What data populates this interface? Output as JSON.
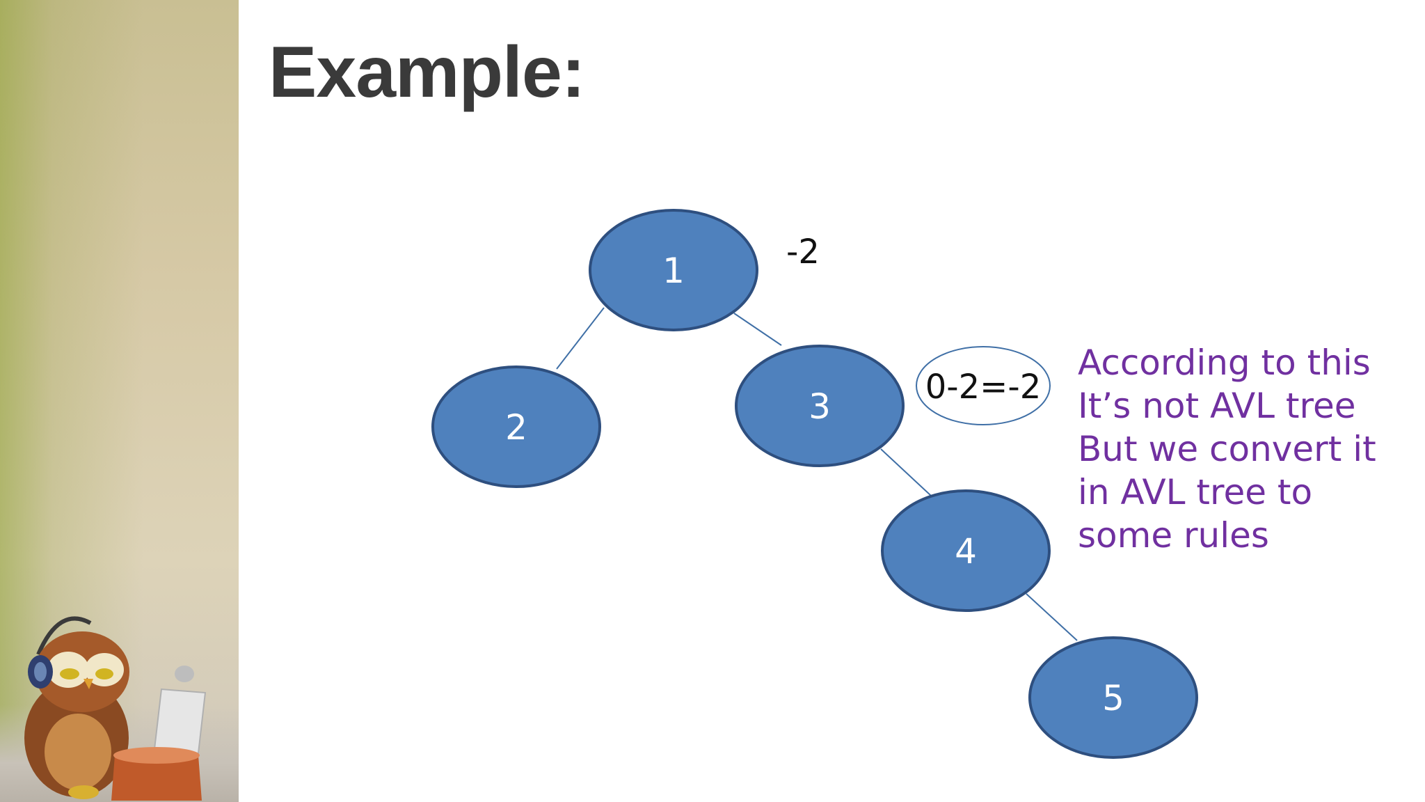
{
  "slide": {
    "title": "Example:"
  },
  "tree": {
    "node_fill": "#4f81bd",
    "node_stroke": "#2e4f7f",
    "edge_color": "#3f6fa6",
    "nodes": [
      {
        "id": "n1",
        "label": "1"
      },
      {
        "id": "n2",
        "label": "2"
      },
      {
        "id": "n3",
        "label": "3"
      },
      {
        "id": "n4",
        "label": "4"
      },
      {
        "id": "n5",
        "label": "5"
      }
    ],
    "root_balance": "-2",
    "balance_calc": "0-2=-2"
  },
  "note": {
    "color": "#7030a0",
    "lines": [
      "According to this",
      "It’s not AVL tree",
      "But we convert it",
      "in AVL tree to",
      "some rules"
    ]
  }
}
